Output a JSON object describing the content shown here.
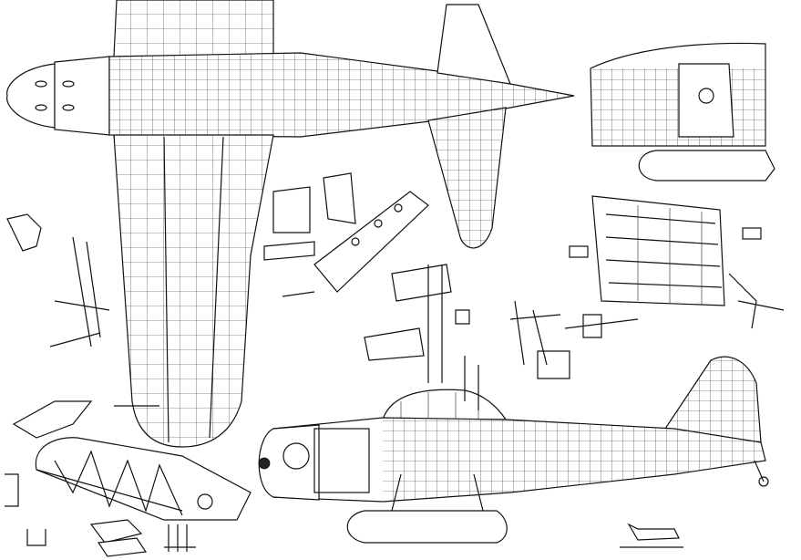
{
  "drawing": {
    "style": "technical line drawing",
    "colors": {
      "ink": "#111111",
      "paper": "#ffffff"
    },
    "views": [
      "plan-view-airframe",
      "side-view-cutaway",
      "cockpit-detail",
      "wing-spar-detail",
      "tail-section-detail",
      "component-details"
    ]
  }
}
